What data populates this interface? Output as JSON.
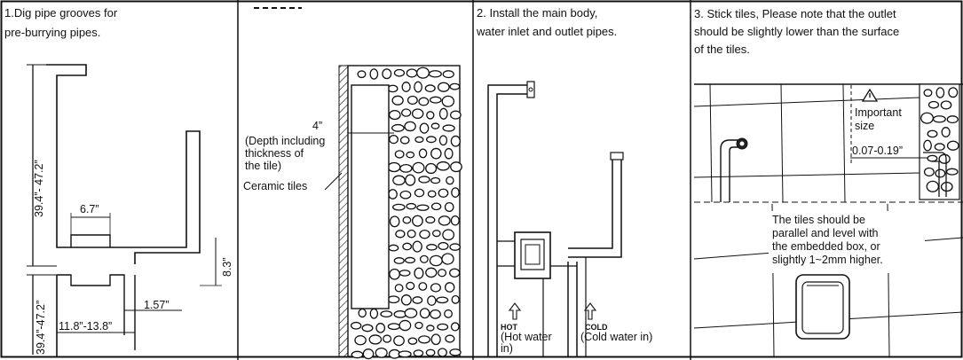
{
  "panel1": {
    "caption_line1": "1.Dig pipe grooves for",
    "caption_line2": "pre-burrying pipes.",
    "height_total": "39.4”- 47.2”",
    "width_groove": "6.7”",
    "depth_box": "8.3”",
    "pipe_offset": "1.57”",
    "box_width": "11.8”-13.8”",
    "height_bottom": "39.4”-47.2”"
  },
  "panel2": {
    "depth_value": "4”",
    "depth_note_line1": "(Depth including",
    "depth_note_line2": "thickness of",
    "depth_note_line3": "the tile)",
    "ceramic_label": "Ceramic tiles"
  },
  "panel3": {
    "caption_line1": "2. Install the main body,",
    "caption_line2": "water inlet and outlet pipes.",
    "hot_tag": "HOT",
    "hot_line1": "(Hot water",
    "hot_line2": "in)",
    "cold_tag": "COLD",
    "cold_line1": "(Cold water in)"
  },
  "panel4": {
    "caption_line1": "3. Stick tiles, Please note that the outlet",
    "caption_line2": "should be slightly lower than the surface",
    "caption_line3": "of the tiles.",
    "important_line1": "Important",
    "important_line2": "size",
    "important_value": "0.07-0.19”",
    "tiles_note_line1": "The tiles should be",
    "tiles_note_line2": "parallel and level with",
    "tiles_note_line3": "the embedded box, or",
    "tiles_note_line4": "slightly 1~2mm higher."
  },
  "icons": [
    "warning-icon",
    "up-arrow-icon",
    "pipe-elbow-icon"
  ],
  "colors": {
    "line": "#111111",
    "background": "#ffffff"
  }
}
